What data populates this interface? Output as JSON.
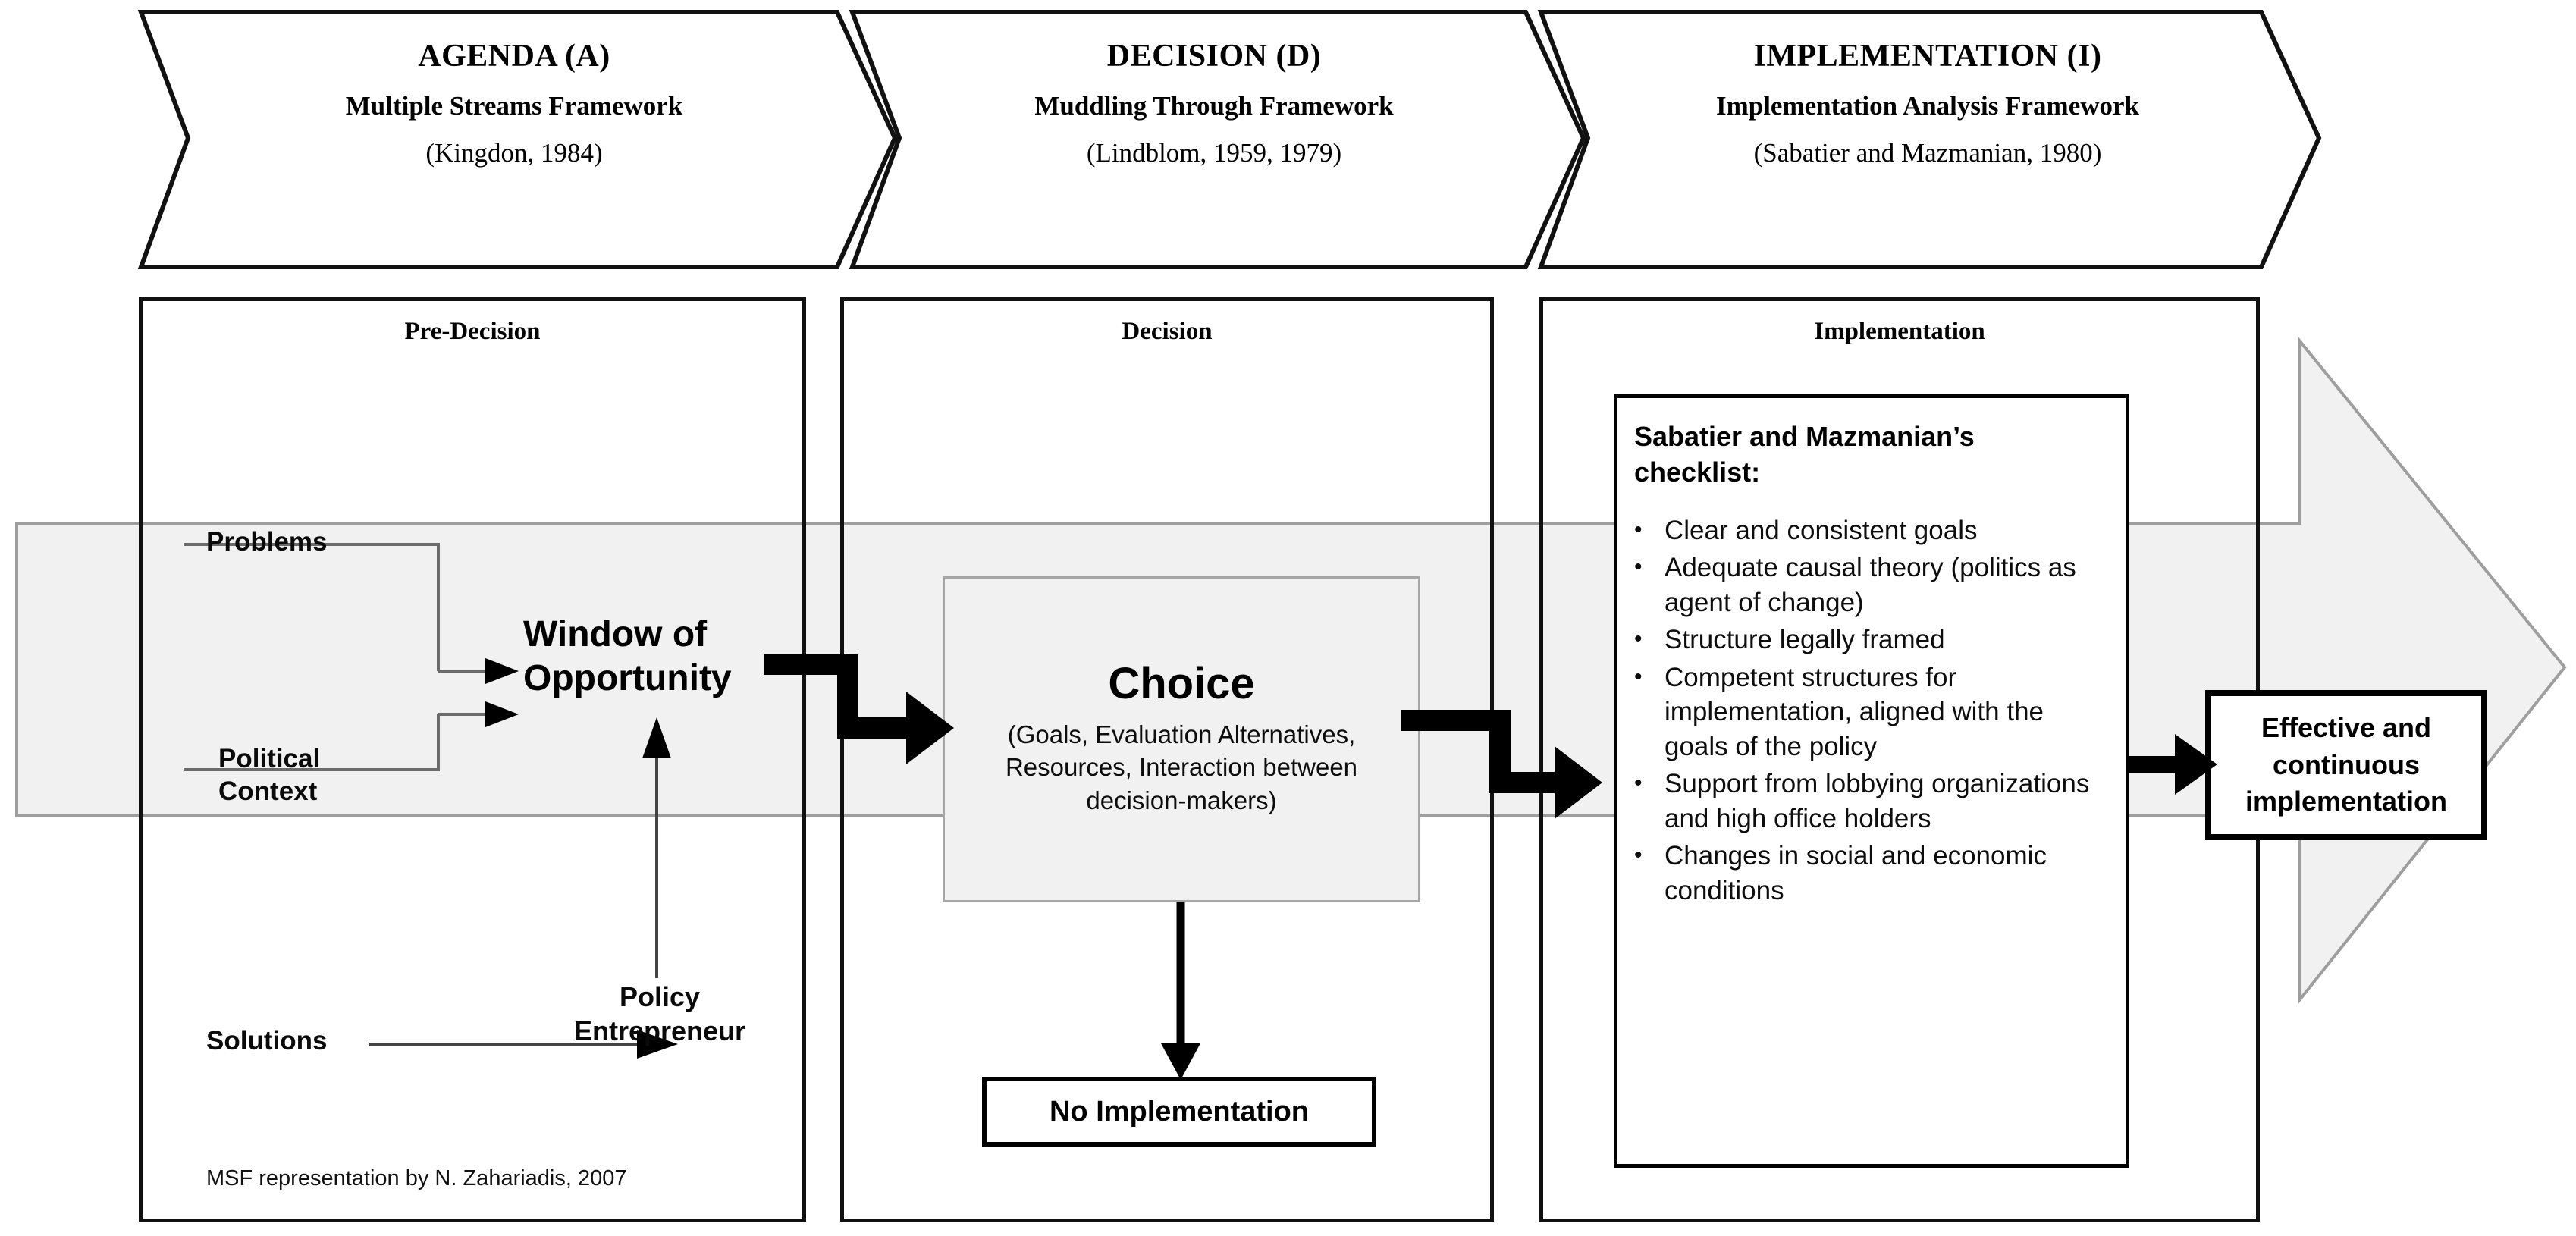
{
  "figure": {
    "title": "Policy process framework: Agenda, Decision, Implementation"
  },
  "colors": {
    "background_arrow_fill": "#f1f1f1",
    "background_arrow_stroke": "#9e9e9e",
    "panel_border": "#111111",
    "choice_box_fill": "#f1f1f1",
    "choice_box_border": "#a6a6a6",
    "text": "#000000",
    "connector": "#000000"
  },
  "headers": [
    {
      "title": "AGENDA (A)",
      "framework": "Multiple Streams Framework",
      "citation": "(Kingdon, 1984)"
    },
    {
      "title": "DECISION (D)",
      "framework": "Muddling Through Framework",
      "citation": "(Lindblom, 1959, 1979)"
    },
    {
      "title": "IMPLEMENTATION (I)",
      "framework": "Implementation Analysis Framework",
      "citation": "(Sabatier and Mazmanian, 1980)"
    }
  ],
  "panels": [
    {
      "stage_label": "Pre-Decision",
      "inputs": [
        {
          "label": "Problems"
        },
        {
          "label": "Political\nContext"
        },
        {
          "label": "Solutions"
        }
      ],
      "window": "Window of\nOpportunity",
      "entrepreneur": "Policy\nEntrepreneur",
      "credit": "MSF representation by N. Zahariadis, 2007"
    },
    {
      "stage_label": "Decision",
      "choice_heading": "Choice",
      "choice_detail": "(Goals, Evaluation Alternatives, Resources, Interaction between decision-makers)",
      "no_implementation": "No Implementation"
    },
    {
      "stage_label": "Implementation",
      "checklist_heading": "Sabatier and Mazmanian’s\nchecklist:",
      "checklist_bullet": "•",
      "checklist_items": [
        "Clear and consistent goals",
        "Adequate causal theory (politics as agent of change)",
        "Structure legally framed",
        "Competent structures for implementation, aligned with the goals of the policy",
        "Support from lobbying organizations and high office holders",
        "Changes in social and economic conditions"
      ]
    }
  ],
  "outcome": {
    "label": "Effective and\ncontinuous\nimplementation"
  }
}
